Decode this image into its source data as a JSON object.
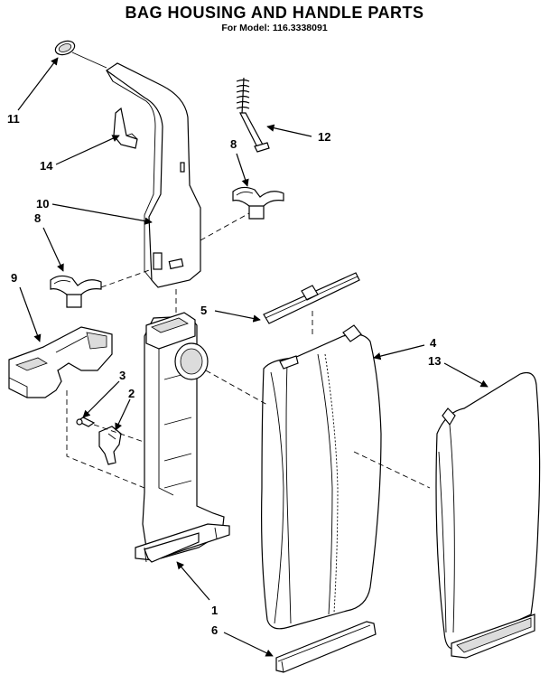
{
  "header": {
    "title": "BAG HOUSING AND HANDLE PARTS",
    "subtitle": "For Model: 116.3338091"
  },
  "callouts": {
    "c1": "1",
    "c2": "2",
    "c3": "3",
    "c4": "4",
    "c5": "5",
    "c6": "6",
    "c8a": "8",
    "c8b": "8",
    "c9": "9",
    "c10": "10",
    "c11": "11",
    "c12": "12",
    "c13": "13",
    "c14": "14"
  }
}
